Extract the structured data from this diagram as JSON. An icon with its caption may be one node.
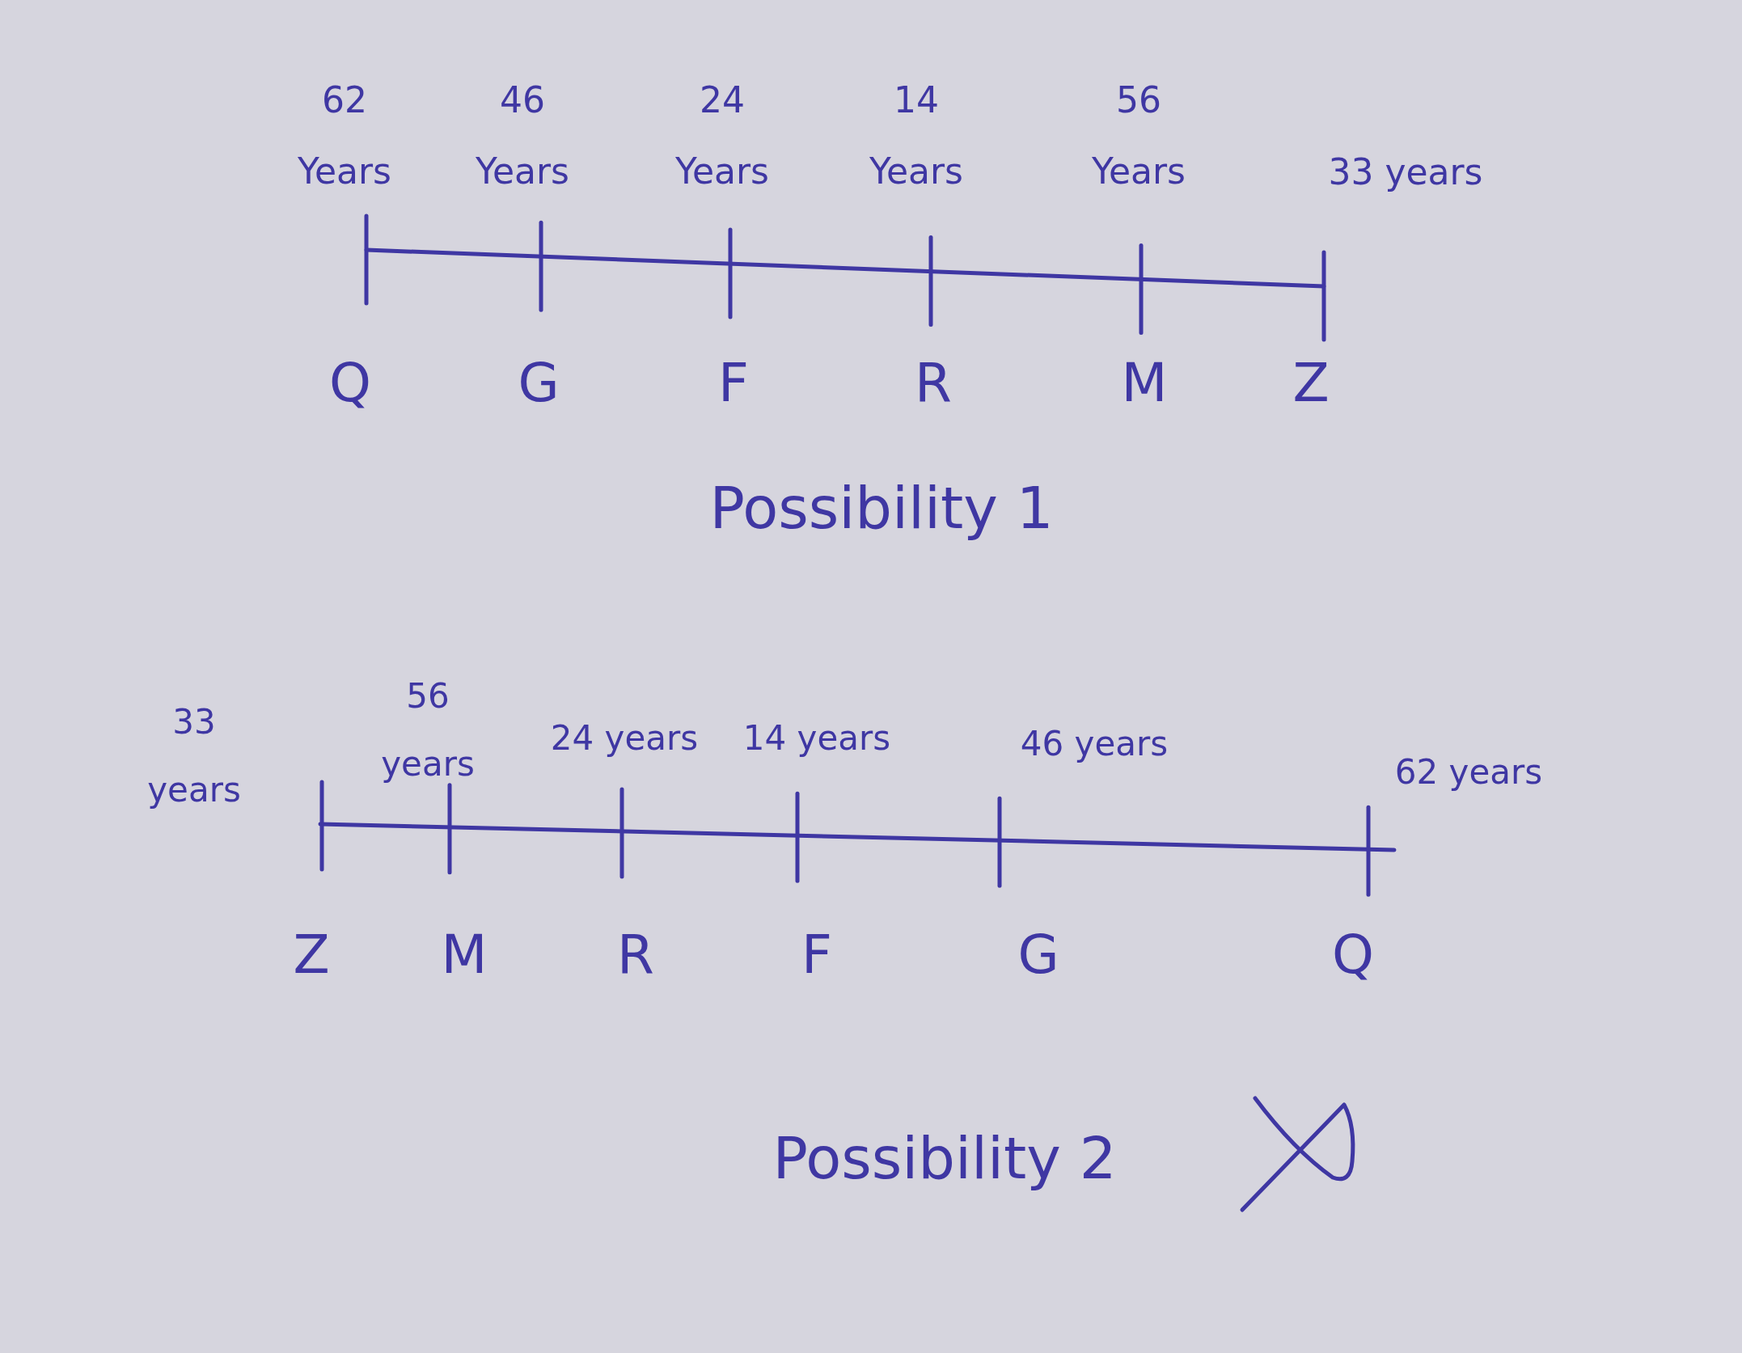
{
  "diagram": {
    "labels": [
      "62 Years",
      "46 Years",
      "24 Years",
      "14 Years",
      "56 Years",
      "33 years",
      "Q",
      "G",
      "F",
      "R",
      "M",
      "Z",
      "Possibility 1",
      "33 years",
      "56 years",
      "24 years",
      "14 years",
      "46 years",
      "62 years",
      "Z",
      "M",
      "R",
      "F",
      "G",
      "Q",
      "Possibility 2"
    ]
  }
}
